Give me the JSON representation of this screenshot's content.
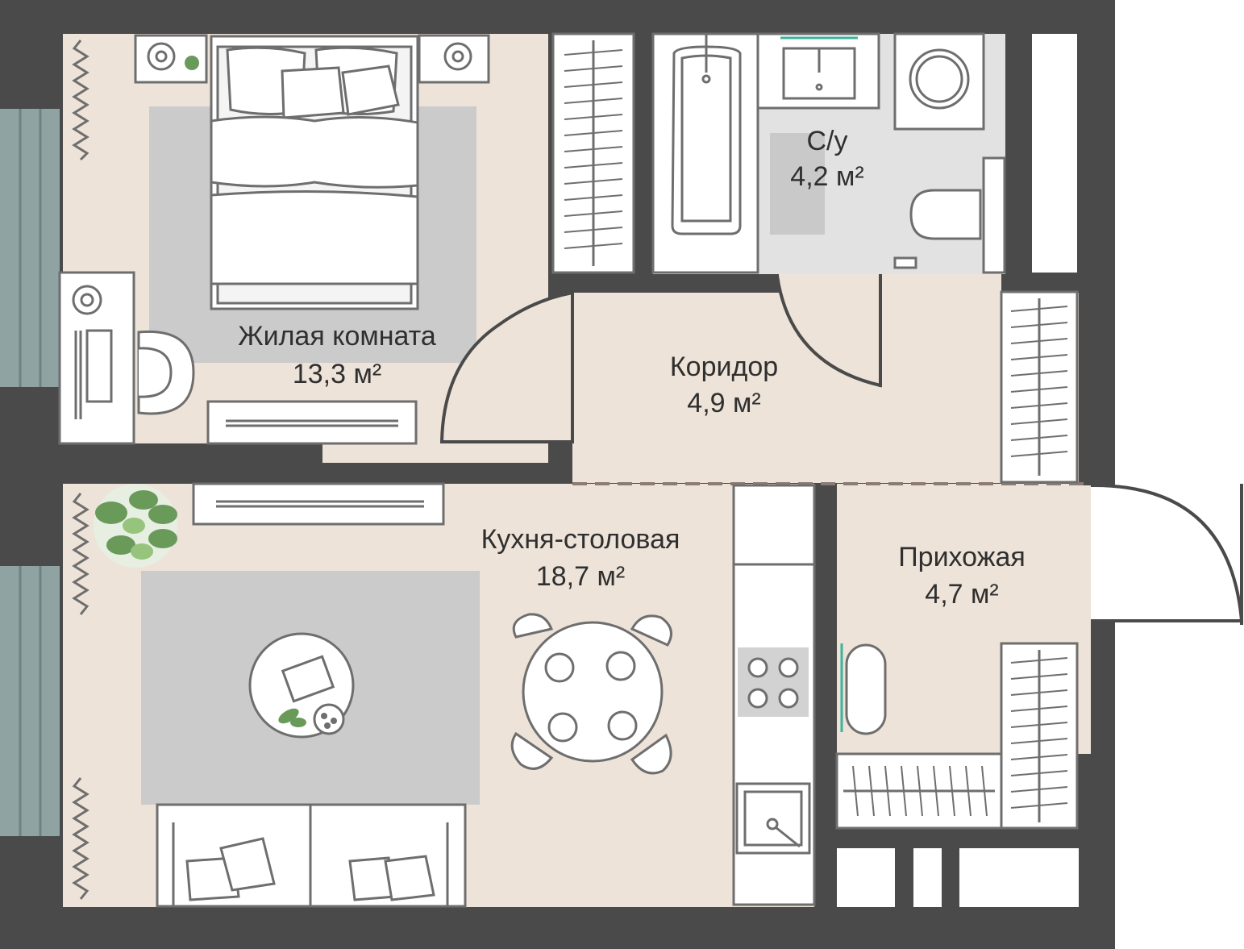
{
  "plan": {
    "colors": {
      "wall": "#4a4a4a",
      "floor": "#ede3d8",
      "bath_floor": "#e2e2e2",
      "rug": "#cbcbcb",
      "window": "#8fa3a3",
      "furniture_fill": "#ffffff",
      "furniture_stroke": "#6e6e6e",
      "plant": "#6a9a5a",
      "accent": "#3db39e"
    },
    "rooms": [
      {
        "id": "living",
        "name": "Жилая комната",
        "area": "13,3 м²"
      },
      {
        "id": "bathroom",
        "name": "С/у",
        "area": "4,2 м²"
      },
      {
        "id": "corridor",
        "name": "Коридор",
        "area": "4,9 м²"
      },
      {
        "id": "kitchen",
        "name": "Кухня-столовая",
        "area": "18,7 м²"
      },
      {
        "id": "hallway",
        "name": "Прихожая",
        "area": "4,7 м²"
      }
    ]
  }
}
